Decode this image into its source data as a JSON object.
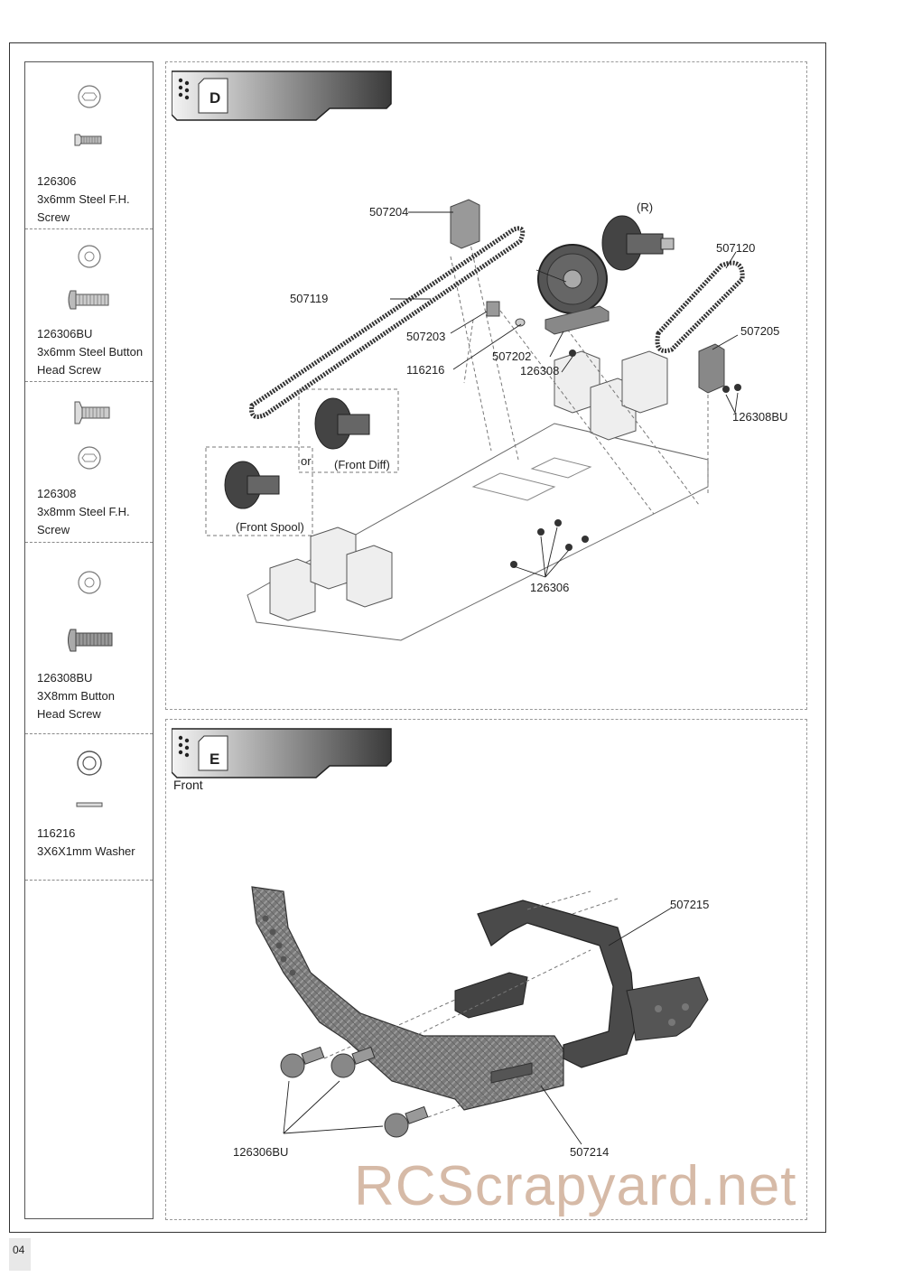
{
  "sidebar": {
    "parts": [
      {
        "code": "126306",
        "desc": "3x6mm Steel F.H.\nScrew"
      },
      {
        "code": "126306BU",
        "desc": "3x6mm Steel Button\nHead Screw"
      },
      {
        "code": "126308",
        "desc": "3x8mm Steel F.H.\nScrew"
      },
      {
        "code": "126308BU",
        "desc": "3X8mm Button\nHead Screw"
      },
      {
        "code": "116216",
        "desc": "3X6X1mm Washer"
      }
    ]
  },
  "step_d": {
    "letter": "D",
    "labels": {
      "p507204": "507204",
      "r": "(R)",
      "p507120": "507120",
      "p507119": "507119",
      "p507203": "507203",
      "p507202": "507202",
      "p116216": "116216",
      "p126308": "126308",
      "p507205": "507205",
      "p126308bu": "126308BU",
      "or": "or",
      "front_diff": "(Front Diff)",
      "front_spool": "(Front Spool)",
      "p126306": "126306"
    }
  },
  "step_e": {
    "letter": "E",
    "front": "Front",
    "labels": {
      "p507215": "507215",
      "p126306bu": "126306BU",
      "p507214": "507214"
    }
  },
  "page_number": "04",
  "watermark": "RCScrapyard.net"
}
